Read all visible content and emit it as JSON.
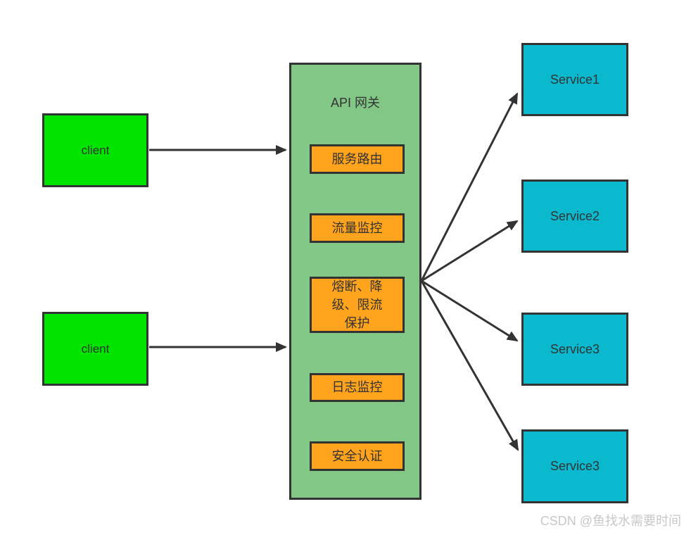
{
  "diagram": {
    "clients": [
      {
        "label": "client"
      },
      {
        "label": "client"
      }
    ],
    "gateway": {
      "title": "API 网关",
      "features": [
        {
          "label": "服务路由"
        },
        {
          "label": "流量监控"
        },
        {
          "label": "熔断、降级、限流保护"
        },
        {
          "label": "日志监控"
        },
        {
          "label": "安全认证"
        }
      ]
    },
    "services": [
      {
        "label": "Service1"
      },
      {
        "label": "Service2"
      },
      {
        "label": "Service3"
      },
      {
        "label": "Service3"
      }
    ],
    "watermark": "CSDN @鱼找水需要时间",
    "colors": {
      "client_fill": "#00e400",
      "gateway_fill": "#82c785",
      "feature_fill": "#ffa41c",
      "service_fill": "#0ab9ce",
      "line": "#333333",
      "text": "#333333",
      "watermark": "#c8c8c8"
    }
  }
}
